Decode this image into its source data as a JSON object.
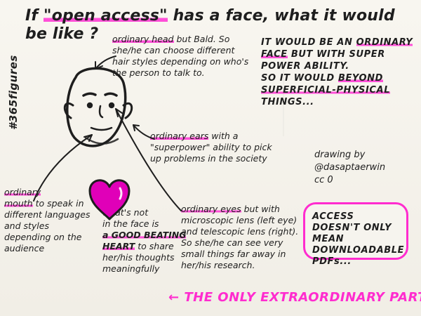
{
  "title": {
    "prefix": "If",
    "highlight": "\"open access\"",
    "suffix": "has a face, what it would be like ?"
  },
  "side_tag": "#365figures",
  "notes": {
    "head": {
      "highlight": "ordinary head",
      "text": "but Bald. So she/he can choose different hair styles depending on who's the person to talk to."
    },
    "ears": {
      "highlight": "ordinary ears",
      "text": "with a \"superpower\" ability to pick up problems in the society"
    },
    "mouth": {
      "highlight_1": "ordinary",
      "highlight_2": "mouth",
      "text": "to speak in different languages and styles depending on the audience"
    },
    "heart": {
      "line1": "what's not",
      "line2": "in the face is",
      "highlight": "a GOOD BEATING HEART",
      "text": "to share her/his thoughts meaningfully"
    },
    "eyes": {
      "highlight": "ordinary eyes",
      "text": "but with microscopic lens (left eye) and telescopic lens (right). So she/he can see very small things far away in her/his research."
    }
  },
  "right_block": {
    "line1": "IT WOULD BE AN",
    "highlight_1": "ORDINARY",
    "line2a": "FACE",
    "line2b": "BUT WITH SUPER",
    "line3": "POWER ABILITY.",
    "line4a": "SO IT WOULD",
    "highlight_2": "BEYOND",
    "highlight_3": "SUPERFICIAL-PHYSICAL",
    "line5": "THINGS..."
  },
  "credit": {
    "line1": "drawing by",
    "line2": "@dasaptaerwin",
    "line3": "cc 0"
  },
  "callout": "ACCESS DOESN'T ONLY MEAN DOWNLOADABLE PDFs...",
  "footer": "THE ONLY EXTRAORDINARY PART",
  "colors": {
    "ink": "#1e1e1e",
    "accent": "#ff2ccf",
    "heart": "#e000b8",
    "paper": "#f6f3ec"
  }
}
